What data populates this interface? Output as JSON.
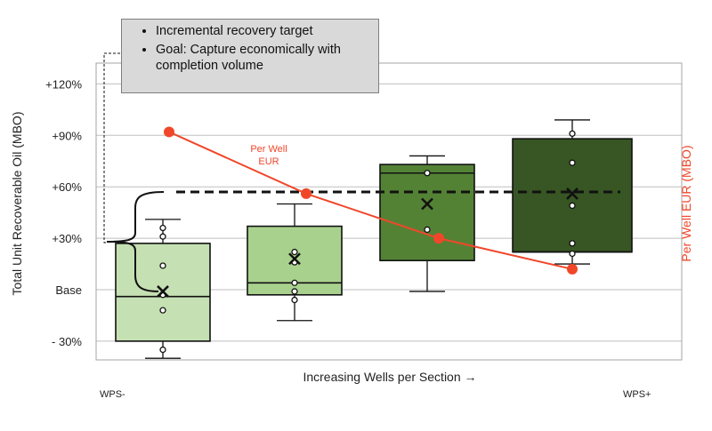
{
  "callout": {
    "items": [
      "Incremental recovery target",
      "Goal: Capture economically with completion volume"
    ]
  },
  "labels": {
    "xlabel": "Increasing Wells per Section →",
    "x_left": "WPS-",
    "x_right": "WPS+",
    "ylabel": "Total Unit Recoverable Oil (MBO)",
    "y2label": "Per Well EUR (MBO)",
    "eur_annotation": [
      "Per Well",
      "EUR"
    ]
  },
  "colors": {
    "box_fills": [
      "#c5e0b3",
      "#a9d18e",
      "#548235",
      "#375623"
    ],
    "eur_line": "#f0472a",
    "grid": "#bfbfbf"
  },
  "chart_data": {
    "type": "box",
    "title": "",
    "xlabel": "Increasing Wells per Section →",
    "ylabel": "Total Unit Recoverable Oil (MBO)",
    "y2label": "Per Well EUR (MBO)",
    "yticks": [
      {
        "value": -30,
        "label": "- 30%"
      },
      {
        "value": 0,
        "label": "Base"
      },
      {
        "value": 30,
        "label": "+30%"
      },
      {
        "value": 60,
        "label": "+60%"
      },
      {
        "value": 90,
        "label": "+90%"
      },
      {
        "value": 120,
        "label": "+120%"
      }
    ],
    "ylim": [
      -41,
      130
    ],
    "grid": true,
    "boxes": [
      {
        "min": -40,
        "q1": -30,
        "median": -4,
        "q3": 27,
        "max": 41,
        "mean": -1,
        "points": [
          36,
          31,
          14,
          -3,
          -12,
          -35
        ]
      },
      {
        "min": -18,
        "q1": -3,
        "median": 4,
        "q3": 37,
        "max": 50,
        "mean": 18,
        "points": [
          22,
          16,
          4,
          -1,
          -6
        ]
      },
      {
        "min": -1,
        "q1": 17,
        "median": 68,
        "q3": 73,
        "max": 78,
        "mean": 50,
        "points": [
          68,
          35
        ]
      },
      {
        "min": 15,
        "q1": 22,
        "median": 22,
        "q3": 88,
        "max": 99,
        "mean": 56,
        "points": [
          91,
          74,
          49,
          27,
          21
        ]
      }
    ],
    "reference_line": {
      "value": 57,
      "style": "dashed"
    },
    "eur_series": {
      "values": [
        92,
        56,
        30,
        12
      ]
    }
  }
}
